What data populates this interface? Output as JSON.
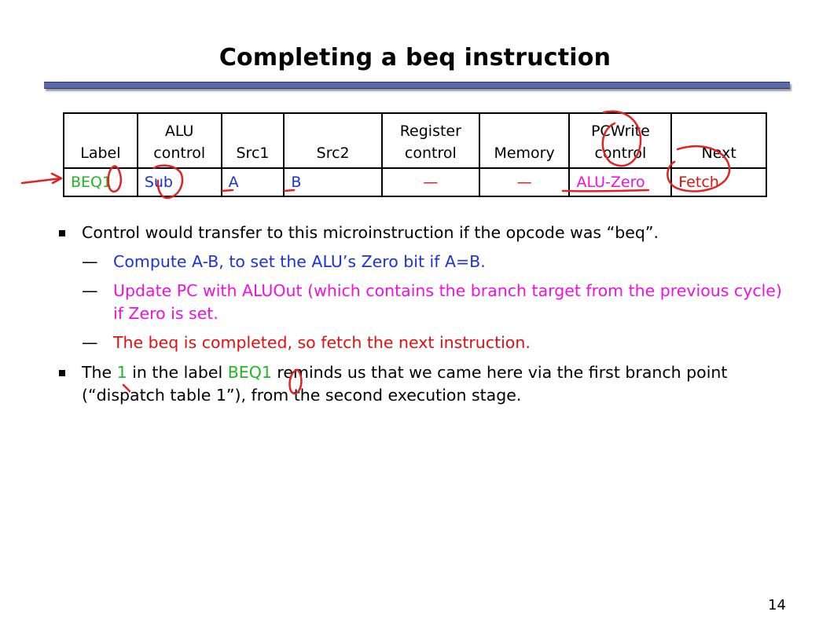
{
  "slide": {
    "title": "Completing a beq instruction",
    "page_number": "14"
  },
  "table": {
    "headers": [
      {
        "line1": "",
        "line2": "Label"
      },
      {
        "line1": "ALU",
        "line2": "control"
      },
      {
        "line1": "",
        "line2": "Src1"
      },
      {
        "line1": "",
        "line2": "Src2"
      },
      {
        "line1": "Register",
        "line2": "control"
      },
      {
        "line1": "",
        "line2": "Memory"
      },
      {
        "line1": "PCWrite",
        "line2": "control"
      },
      {
        "line1": "",
        "line2": "Next"
      }
    ],
    "row": [
      "BEQ1",
      "Sub",
      "A",
      "B",
      "—",
      "—",
      "ALU-Zero",
      "Fetch"
    ]
  },
  "bullets": {
    "b1": "Control would transfer to this microinstruction if the opcode was “beq”.",
    "sub": [
      {
        "dash": "—",
        "text": "Compute A-B, to set the ALU’s Zero bit if A=B."
      },
      {
        "dash": "—",
        "text": "Update PC with ALUOut (which contains the branch target from the previous cycle) if Zero is set."
      },
      {
        "dash": "—",
        "text": "The beq is completed, so fetch the next instruction."
      }
    ],
    "b2": {
      "part1": "The ",
      "one": "1",
      "part2": " in the label ",
      "label": "BEQ1",
      "part3": " reminds us that we came here via the first branch point (“dispatch table 1”), from the second execution stage."
    }
  },
  "colors": {
    "title_rule": "#5a69a8",
    "label_green": "#22b722",
    "blue": "#1c33d6",
    "magenta": "#ee11dd",
    "red": "#e01010"
  }
}
